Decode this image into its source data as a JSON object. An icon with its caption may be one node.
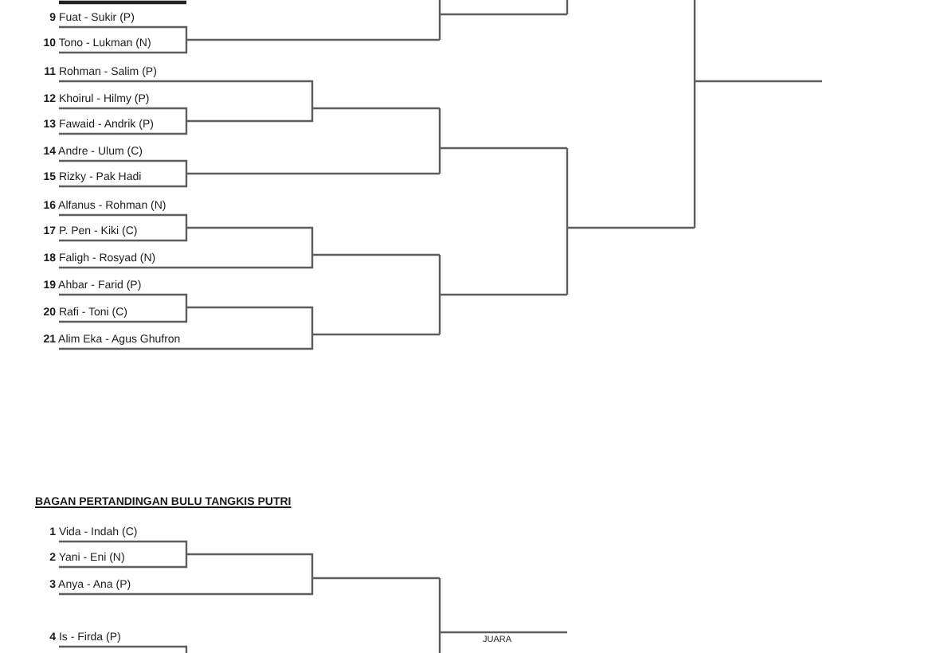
{
  "diagram": {
    "labels": [
      "**9** Fuat - Sukir (P)",
      "**10** Tono - Lukman (N)",
      "**11** Rohman - Salim (P)",
      "**12** Khoirul - Hilmy (P)",
      "**13** Fawaid - Andrik (P)",
      "**14** Andre - Ulum (C)",
      "**15** Rizky - Pak Hadi",
      "**16** Alfanus - Rohman (N)",
      "**17** P. Pen - Kiki (C)",
      "**18** Faligh - Rosyad (N)",
      "**19** Ahbar - Farid (P)",
      "**20** Rafi - Toni (C)",
      "**21** Alim Eka - Agus Ghufron",
      "BAGAN PERTANDINGAN BULU TANGKIS PUTRI",
      "**1** Vida - Indah (C)",
      "**2** Yani - Eni (N)",
      "**3** Anya - Ana (P)",
      "**4** Is - Firda (P)",
      "JUARA"
    ]
  }
}
